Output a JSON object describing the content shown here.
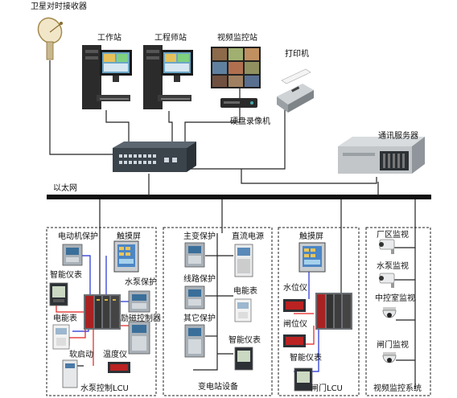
{
  "top": {
    "satellite": "卫星对时接收器",
    "workstation": "工作站",
    "engineer": "工程师站",
    "video_station": "视频监控站",
    "printer": "打印机",
    "dvr": "硬盘录像机",
    "comm_server": "通讯服务器",
    "ethernet": "以太网"
  },
  "pump_group": {
    "motor_protect": "电动机保护",
    "touchscreen": "触摸屏",
    "smart_meter": "智能仪表",
    "pump_protect": "水泵保护",
    "energy_meter": "电能表",
    "excitation": "励磁控制器",
    "soft_start": "软启动",
    "temp_meter": "温度仪",
    "pump_lcu": "水泵控制LCU"
  },
  "substation_group": {
    "main_transformer": "主变保护",
    "dc_power": "直流电源",
    "line_protect": "线路保护",
    "energy_meter": "电能表",
    "other_protect": "其它保护",
    "smart_meter": "智能仪表",
    "title": "变电站设备"
  },
  "gate_group": {
    "touchscreen": "触摸屏",
    "water_level": "水位仪",
    "gate_meter": "闸位仪",
    "smart_meter": "智能仪表",
    "gate_lcu": "闸门LCU"
  },
  "video_group": {
    "plant_monitor": "厂区监视",
    "pump_monitor": "水泵监视",
    "control_room": "中控室监视",
    "gate_monitor": "闸门监视",
    "title": "视频监控系统"
  },
  "colors": {
    "bus": "#111111",
    "blue_link": "#1f2fd6",
    "red_link": "#e0201e",
    "box_border": "#222222"
  }
}
